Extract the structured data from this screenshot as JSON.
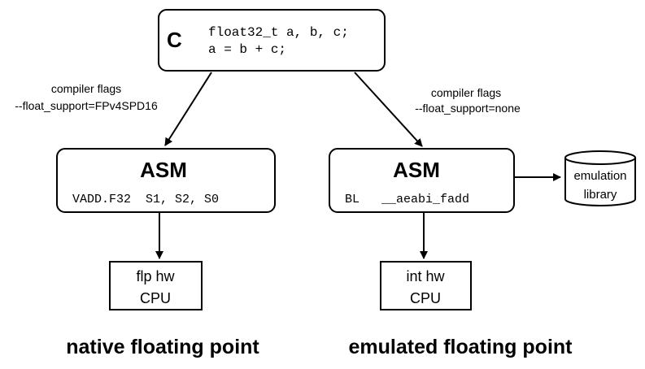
{
  "source_box": {
    "lang_label": "C",
    "code_line_1": "float32_t a, b, c;",
    "code_line_2": "a = b + c;"
  },
  "left_flags": {
    "title": "compiler flags",
    "value": "--float_support=FPv4SPD16"
  },
  "right_flags": {
    "title": "compiler flags",
    "value": "--float_support=none"
  },
  "left_asm": {
    "title": "ASM",
    "code": "VADD.F32  S1, S2, S0"
  },
  "right_asm": {
    "title": "ASM",
    "code": "BL   __aeabi_fadd"
  },
  "emulation_library": {
    "line_1": "emulation",
    "line_2": "library"
  },
  "left_cpu": {
    "line_1": "flp hw",
    "line_2": "CPU"
  },
  "right_cpu": {
    "line_1": "int hw",
    "line_2": "CPU"
  },
  "captions": {
    "left": "native floating point",
    "right": "emulated floating point"
  }
}
